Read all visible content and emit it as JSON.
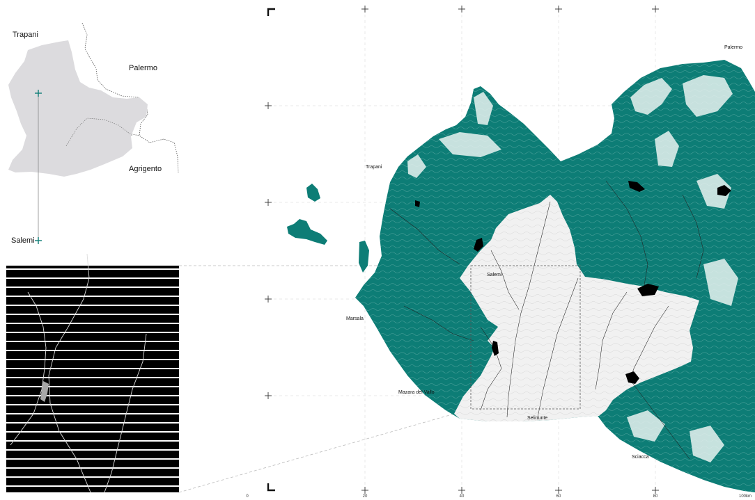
{
  "overview_map": {
    "regions": [
      "Trapani",
      "Palermo",
      "Agrigento"
    ],
    "marker": "Salemi",
    "colors": {
      "trapani_fill": "#dcdbde",
      "marker": "#0d7d76"
    }
  },
  "main_map": {
    "towns": {
      "palermo": "Palermo",
      "trapani": "Trapani",
      "salemi": "Salemi",
      "marsala": "Marsala",
      "mazara": "Mazara del Vallo",
      "selinunte": "Selinunte",
      "sciacca": "Sciacca"
    },
    "colors": {
      "terrain": "#0d7d76",
      "highlight": "#e8f3f1",
      "study_area": "#f1f1f1",
      "water": "#000000"
    }
  },
  "scale_bar": {
    "ticks": [
      "0",
      "20",
      "40",
      "60",
      "80",
      "100km"
    ]
  }
}
